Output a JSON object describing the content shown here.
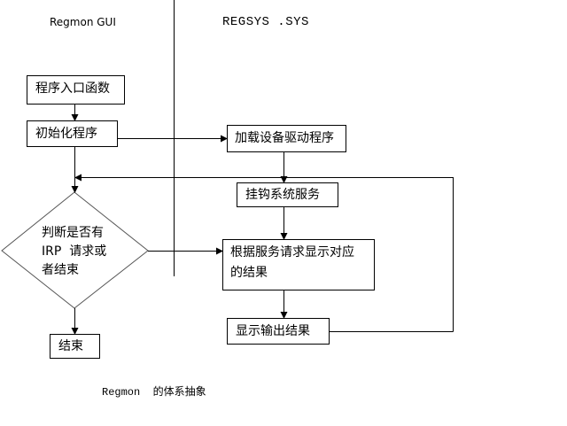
{
  "headers": {
    "left": "Regmon GUI",
    "right": "REGSYS .SYS"
  },
  "nodes": {
    "entry": "程序入口函数",
    "init": "初始化程序",
    "load_driver": "加载设备驱动程序",
    "hook_services": "挂钩系统服务",
    "decision_line1": "判断是否有",
    "decision_line2": "IRP  请求或",
    "decision_line3": "者结束",
    "show_result_line1": "根据服务请求显示对应",
    "show_result_line2": "的结果",
    "output_result": "显示输出结果",
    "end": "结束"
  },
  "caption": "Regmon  的体系抽象",
  "colors": {
    "stroke": "#000000",
    "diamond_stroke": "#555555",
    "background": "#ffffff"
  }
}
